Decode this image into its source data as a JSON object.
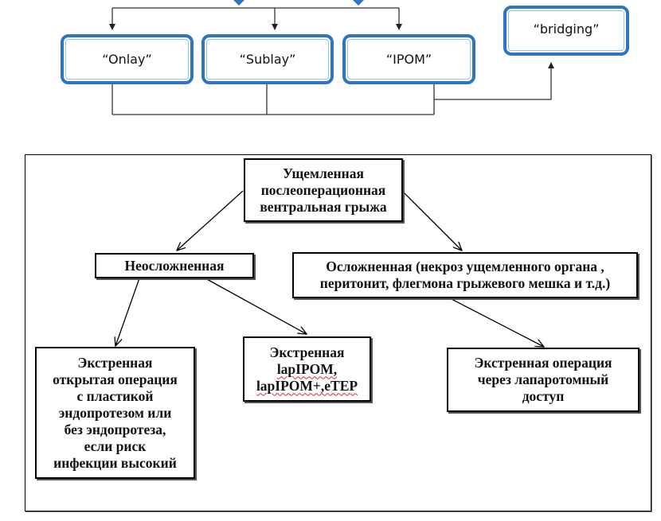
{
  "top_flow": {
    "accent_color": "#2e75c0",
    "boxes": {
      "onlay": "“Onlay”",
      "sublay": "“Sublay”",
      "ipom": "“IPOM”",
      "bridging": "“bridging”"
    }
  },
  "hernia_flowchart": {
    "root": {
      "lines": [
        "Ущемленная",
        "послеоперационная",
        "вентральная грыжа"
      ]
    },
    "uncomplicated": {
      "label": "Неосложненная"
    },
    "complicated": {
      "lines": [
        "Осложненная (некроз ущемленного органа ,",
        "перитонит, флегмона грыжевого мешка и т.д.)"
      ]
    },
    "open_surgery": {
      "lines": [
        "Экстренная",
        "открытая операция",
        "с пластикой",
        "эндопротезом или",
        "без эндопротеза,",
        "если риск",
        "инфекции высокий"
      ]
    },
    "laparoscopic": {
      "lines": [
        "Экстренная",
        "lapIPOM,",
        "lapIPOM+,eTEP"
      ]
    },
    "laparotomy": {
      "lines": [
        "Экстренная операция",
        "через лапаротомный",
        "доступ"
      ]
    }
  }
}
